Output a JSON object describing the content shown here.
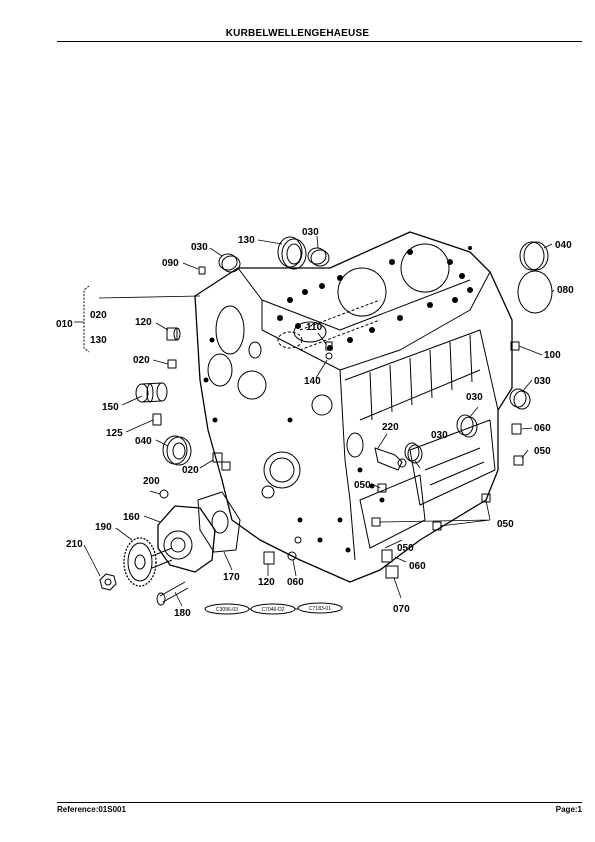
{
  "header": {
    "title": "KURBELWELLENGEHAEUSE"
  },
  "footer": {
    "reference": "Reference:01S001",
    "page": "Page:1"
  },
  "diagram": {
    "callouts": {
      "c010": "010",
      "c020_bracket": "020",
      "c130_bracket": "130",
      "c030_a": "030",
      "c130": "130",
      "c030_b": "030",
      "c090": "090",
      "c040_a": "040",
      "c080": "080",
      "c100": "100",
      "c120_a": "120",
      "c110": "110",
      "c020_a": "020",
      "c140": "140",
      "c030_c": "030",
      "c150": "150",
      "c030_d": "030",
      "c060_a": "060",
      "c125": "125",
      "c220": "220",
      "c030_e": "030",
      "c050_a": "050",
      "c040_b": "040",
      "c020_b": "020",
      "c050_b": "050",
      "c200": "200",
      "c160": "160",
      "c050_c": "050",
      "c190": "190",
      "c050_d": "050",
      "c210": "210",
      "c060_b": "060",
      "c170": "170",
      "c120_b": "120",
      "c060_c": "060",
      "c180": "180",
      "c070": "070"
    },
    "code_labels": [
      "C3096-03",
      "C7046-D2",
      "C7183-01"
    ]
  }
}
